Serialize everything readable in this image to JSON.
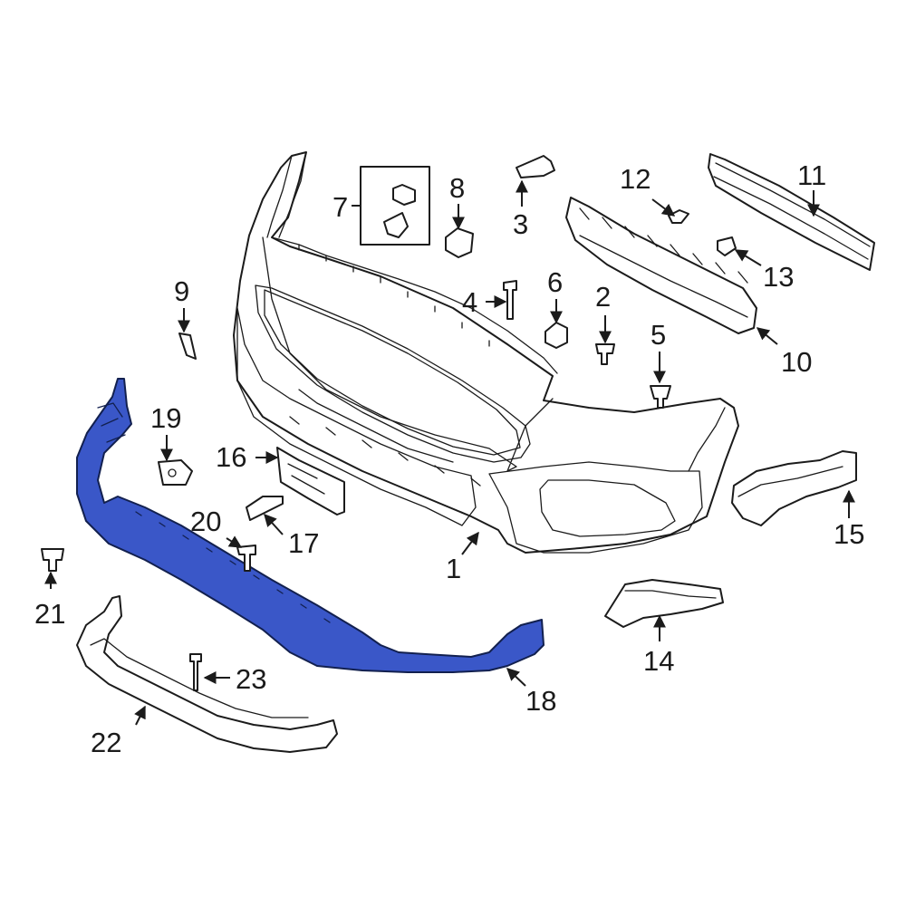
{
  "diagram": {
    "highlight_color": "#3a57c8",
    "callouts": [
      {
        "id": "1",
        "text": "1"
      },
      {
        "id": "2",
        "text": "2"
      },
      {
        "id": "3",
        "text": "3"
      },
      {
        "id": "4",
        "text": "4"
      },
      {
        "id": "5",
        "text": "5"
      },
      {
        "id": "6",
        "text": "6"
      },
      {
        "id": "7",
        "text": "7"
      },
      {
        "id": "8",
        "text": "8"
      },
      {
        "id": "9",
        "text": "9"
      },
      {
        "id": "10",
        "text": "10"
      },
      {
        "id": "11",
        "text": "11"
      },
      {
        "id": "12",
        "text": "12"
      },
      {
        "id": "13",
        "text": "13"
      },
      {
        "id": "14",
        "text": "14"
      },
      {
        "id": "15",
        "text": "15"
      },
      {
        "id": "16",
        "text": "16"
      },
      {
        "id": "17",
        "text": "17"
      },
      {
        "id": "18",
        "text": "18"
      },
      {
        "id": "19",
        "text": "19"
      },
      {
        "id": "20",
        "text": "20"
      },
      {
        "id": "21",
        "text": "21"
      },
      {
        "id": "22",
        "text": "22"
      },
      {
        "id": "23",
        "text": "23"
      }
    ]
  }
}
